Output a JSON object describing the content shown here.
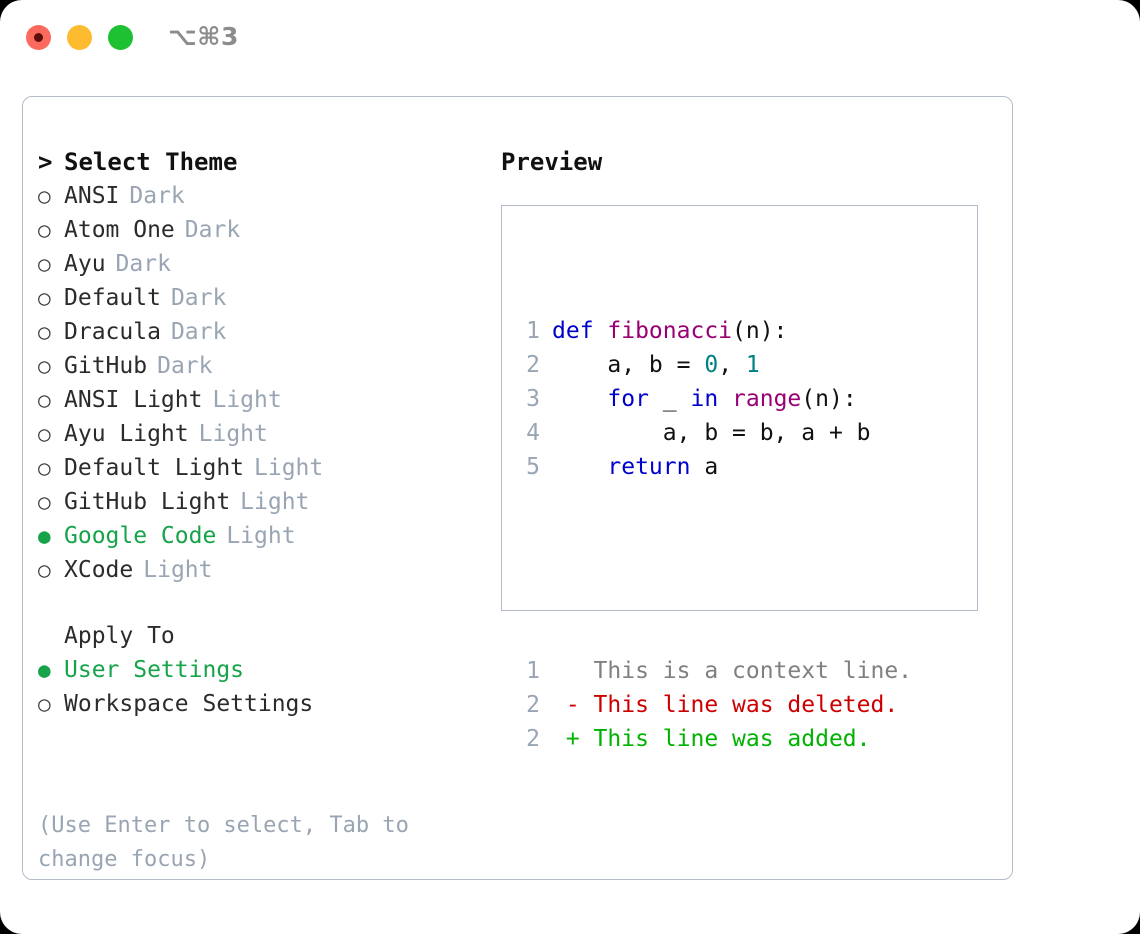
{
  "titlebar": {
    "shortcut": "⌥⌘3",
    "buttons": [
      {
        "name": "close",
        "color": "#fc6a5d"
      },
      {
        "name": "minimize",
        "color": "#fdbc2f"
      },
      {
        "name": "maximize",
        "color": "#1ec132"
      }
    ]
  },
  "left": {
    "heading": {
      "marker": ">",
      "label": "Select Theme"
    },
    "themes": [
      {
        "marker": "○",
        "name": "ANSI",
        "suffix": "Dark",
        "selected": false
      },
      {
        "marker": "○",
        "name": "Atom One",
        "suffix": "Dark",
        "selected": false
      },
      {
        "marker": "○",
        "name": "Ayu",
        "suffix": "Dark",
        "selected": false
      },
      {
        "marker": "○",
        "name": "Default",
        "suffix": "Dark",
        "selected": false
      },
      {
        "marker": "○",
        "name": "Dracula",
        "suffix": "Dark",
        "selected": false
      },
      {
        "marker": "○",
        "name": "GitHub",
        "suffix": "Dark",
        "selected": false
      },
      {
        "marker": "○",
        "name": "ANSI Light",
        "suffix": "Light",
        "selected": false
      },
      {
        "marker": "○",
        "name": "Ayu Light",
        "suffix": "Light",
        "selected": false
      },
      {
        "marker": "○",
        "name": "Default Light",
        "suffix": "Light",
        "selected": false
      },
      {
        "marker": "○",
        "name": "GitHub Light",
        "suffix": "Light",
        "selected": false
      },
      {
        "marker": "●",
        "name": "Google Code",
        "suffix": "Light",
        "selected": true
      },
      {
        "marker": "○",
        "name": "XCode",
        "suffix": "Light",
        "selected": false
      }
    ],
    "apply_to": {
      "label": "Apply To",
      "options": [
        {
          "marker": "●",
          "name": "User Settings",
          "selected": true
        },
        {
          "marker": "○",
          "name": "Workspace Settings",
          "selected": false
        }
      ]
    },
    "hint": "(Use Enter to select, Tab to change focus)"
  },
  "right": {
    "title": "Preview",
    "code_lines": [
      {
        "no": "1",
        "tokens": [
          {
            "t": "def ",
            "c": "kw"
          },
          {
            "t": "fibonacci",
            "c": "fn"
          },
          {
            "t": "(n):",
            "c": "plain"
          }
        ]
      },
      {
        "no": "2",
        "tokens": [
          {
            "t": "    a, b = ",
            "c": "plain"
          },
          {
            "t": "0",
            "c": "num"
          },
          {
            "t": ", ",
            "c": "plain"
          },
          {
            "t": "1",
            "c": "num"
          }
        ]
      },
      {
        "no": "3",
        "tokens": [
          {
            "t": "    ",
            "c": "plain"
          },
          {
            "t": "for",
            "c": "kw"
          },
          {
            "t": " _ ",
            "c": "plain"
          },
          {
            "t": "in",
            "c": "kw"
          },
          {
            "t": " ",
            "c": "plain"
          },
          {
            "t": "range",
            "c": "fn"
          },
          {
            "t": "(n):",
            "c": "plain"
          }
        ]
      },
      {
        "no": "4",
        "tokens": [
          {
            "t": "        a, b = b, a + b",
            "c": "plain"
          }
        ]
      },
      {
        "no": "5",
        "tokens": [
          {
            "t": "    ",
            "c": "plain"
          },
          {
            "t": "return",
            "c": "kw"
          },
          {
            "t": " a",
            "c": "plain"
          }
        ]
      }
    ],
    "diff_lines": [
      {
        "no": "1",
        "sign": " ",
        "text": "This is a context line.",
        "kind": "d-ctx"
      },
      {
        "no": "2",
        "sign": "-",
        "text": "This line was deleted.",
        "kind": "d-del"
      },
      {
        "no": "2",
        "sign": "+",
        "text": "This line was added.",
        "kind": "d-add"
      }
    ]
  },
  "colors": {
    "accent_green": "#16a34a",
    "muted": "#9aa5b4",
    "keyword": "#0000cc",
    "function": "#990073",
    "number": "#008080",
    "diff_add": "#00b300",
    "diff_del": "#cc0000",
    "border": "#b4bcc9"
  }
}
